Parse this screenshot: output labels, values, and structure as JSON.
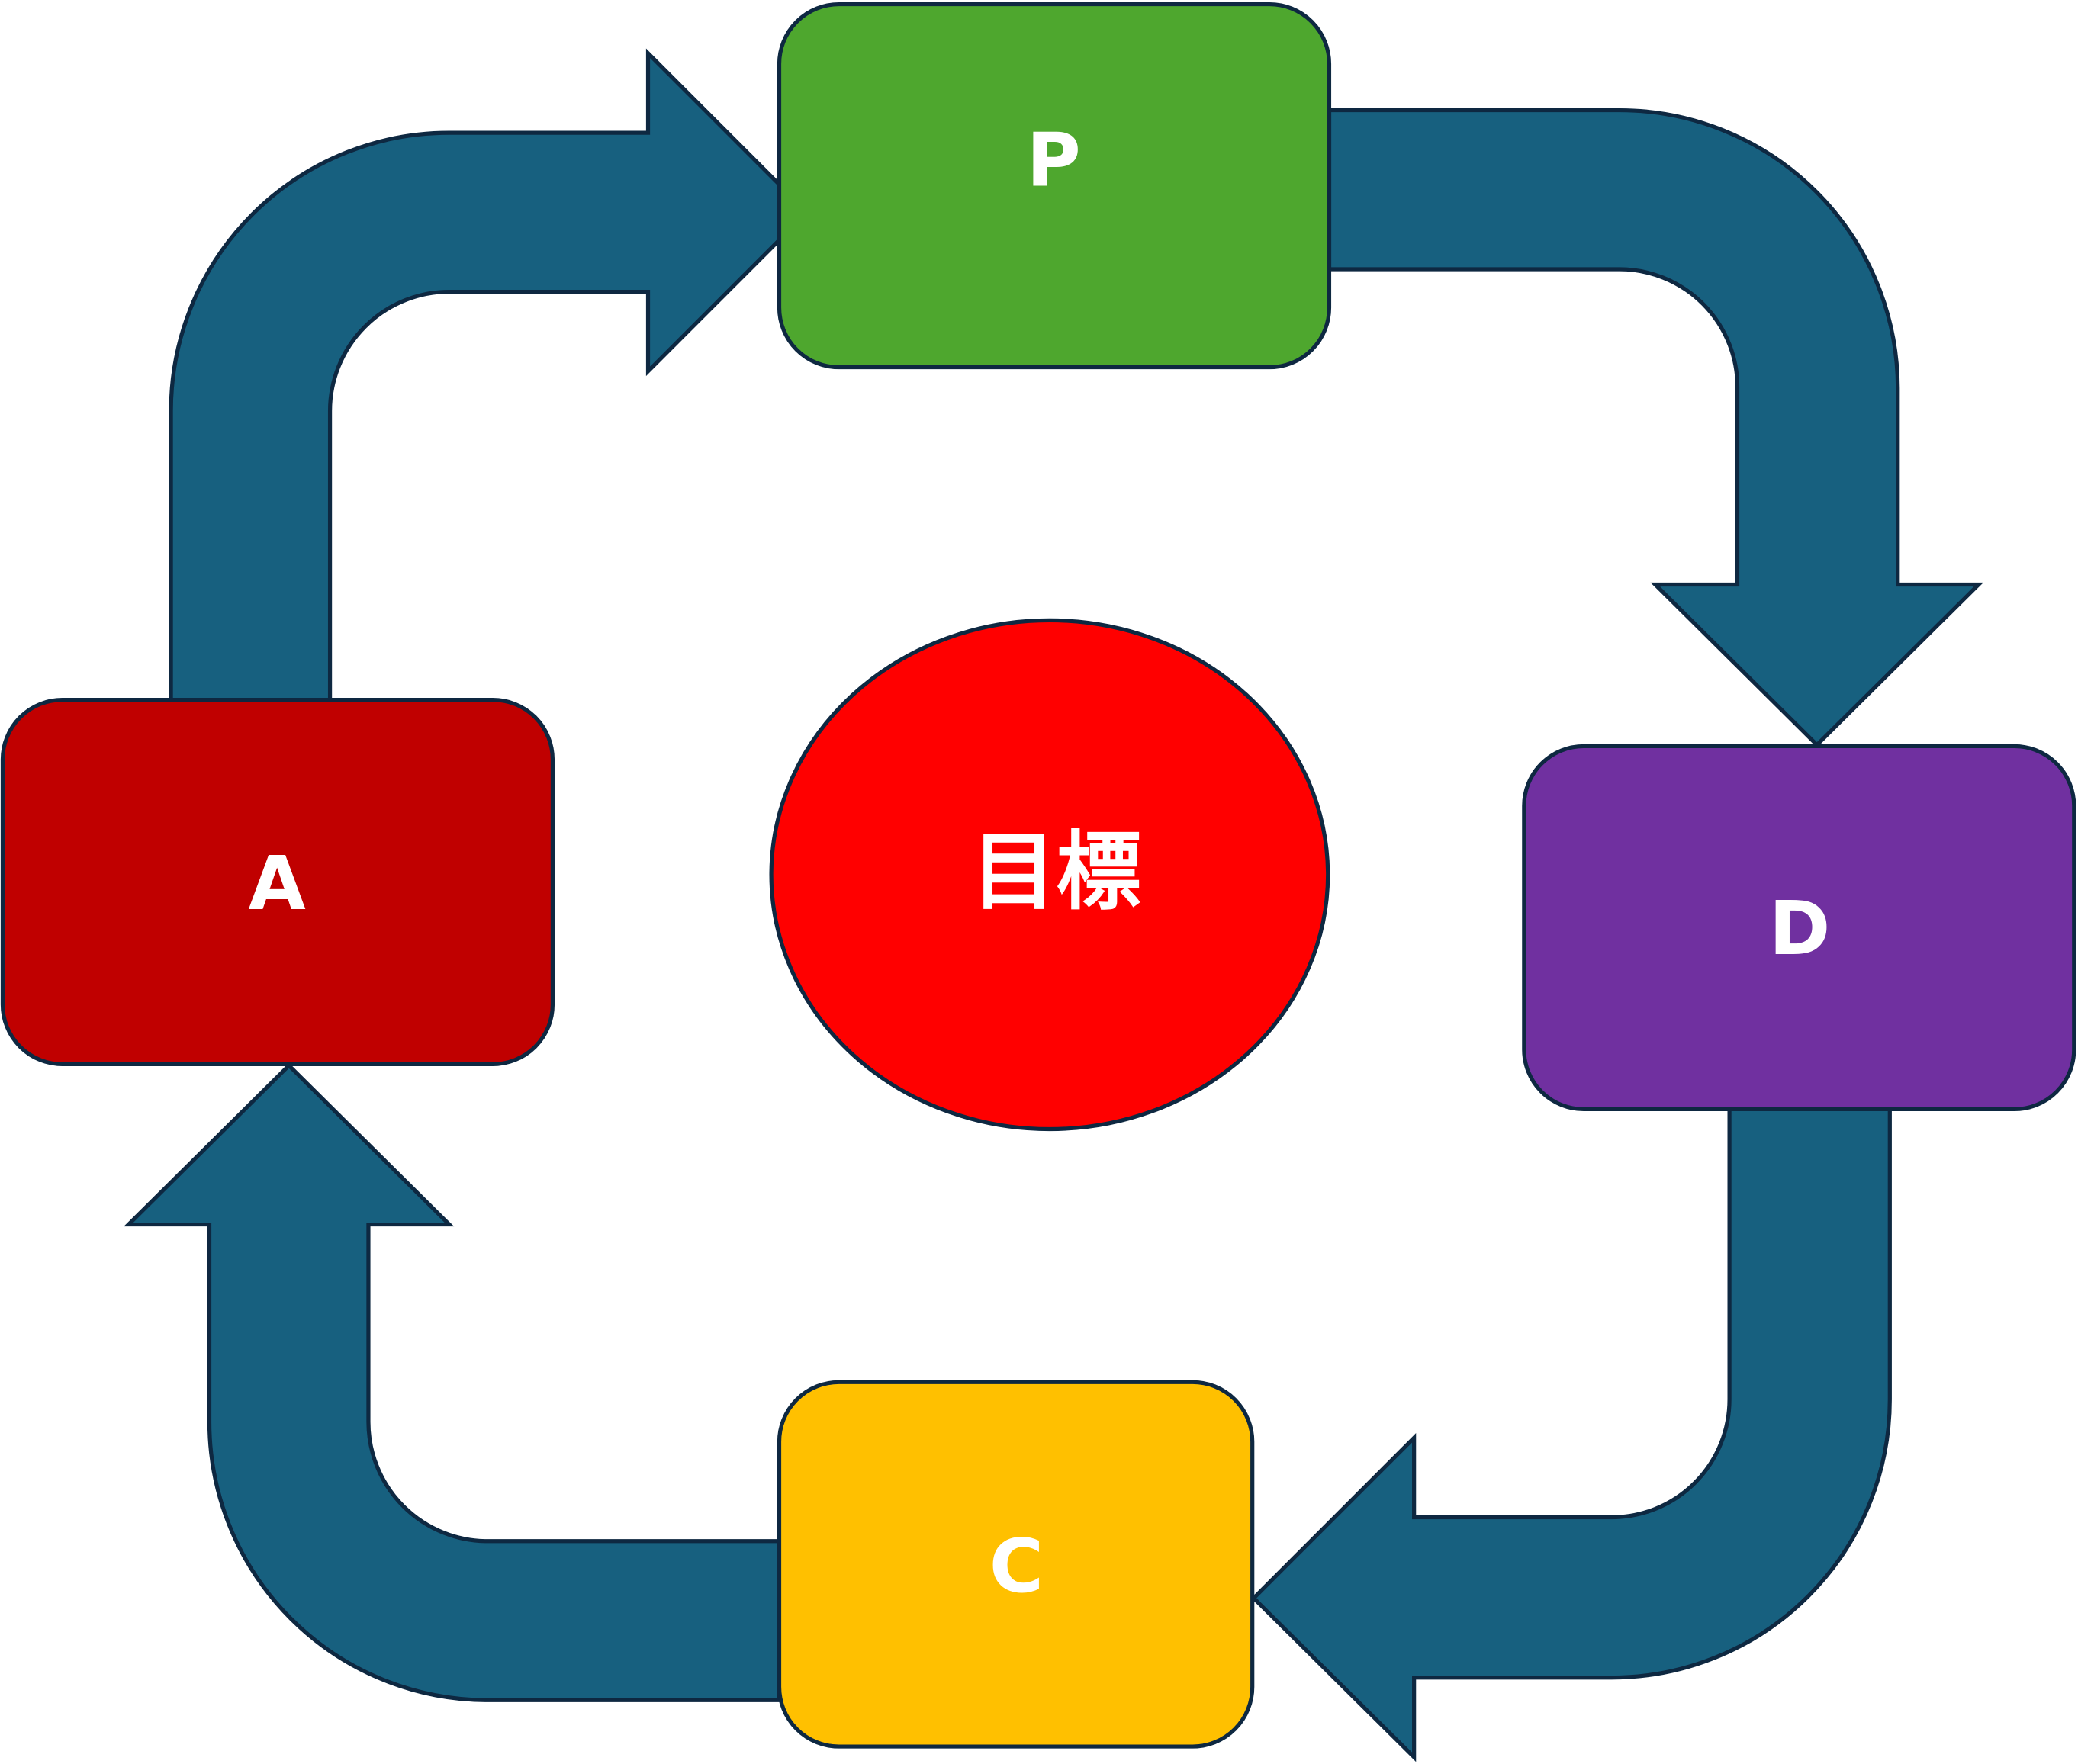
{
  "diagram": {
    "title": "PDCA cycle",
    "center": {
      "label": "目標",
      "color": "#FF0000"
    },
    "nodes": [
      {
        "id": "P",
        "label": "P",
        "color": "#4EA72E"
      },
      {
        "id": "D",
        "label": "D",
        "color": "#7030A0"
      },
      {
        "id": "C",
        "label": "C",
        "color": "#FFC000"
      },
      {
        "id": "A",
        "label": "A",
        "color": "#C00000"
      }
    ],
    "edges": [
      {
        "from": "A",
        "to": "P"
      },
      {
        "from": "P",
        "to": "D"
      },
      {
        "from": "D",
        "to": "C"
      },
      {
        "from": "C",
        "to": "A"
      }
    ],
    "arrow_color": "#17607F"
  }
}
